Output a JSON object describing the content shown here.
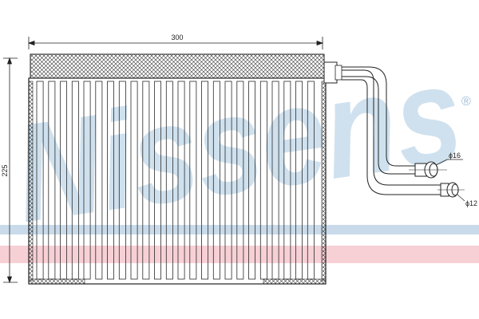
{
  "dimensions": {
    "width_label": "300",
    "height_label": "225",
    "pipe_large_label": "ϕ16",
    "pipe_small_label": "ϕ12"
  },
  "watermark": {
    "brand": "Nissens",
    "registered_mark": "®",
    "stripe_colors": [
      "#bfd3e6",
      "#f6c9cf"
    ]
  },
  "colors": {
    "line": "#2a2a2a",
    "watermark_text": "#c7dcec"
  }
}
